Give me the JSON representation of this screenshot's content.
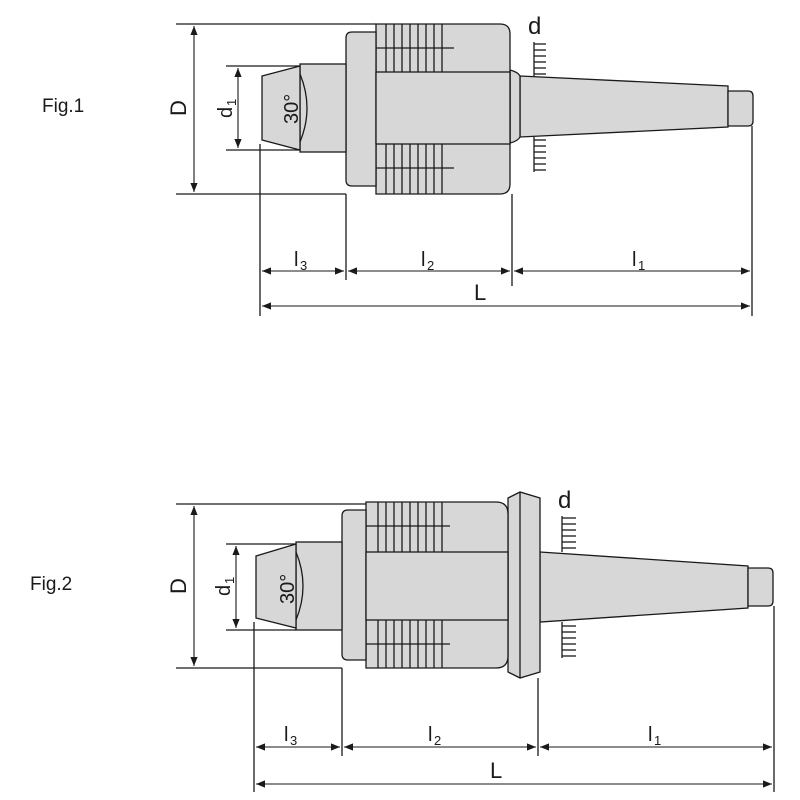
{
  "figures": [
    {
      "id": "fig1",
      "caption": "Fig.1",
      "labels": {
        "D": "D",
        "d1": "d",
        "d1_sub": "1",
        "angle": "30°",
        "d": "d",
        "l3": "l",
        "l3_sub": "3",
        "l2": "l",
        "l2_sub": "2",
        "l1": "l",
        "l1_sub": "1",
        "L": "L"
      }
    },
    {
      "id": "fig2",
      "caption": "Fig.2",
      "labels": {
        "D": "D",
        "d1": "d",
        "d1_sub": "1",
        "angle": "30°",
        "d": "d",
        "l3": "l",
        "l3_sub": "3",
        "l2": "l",
        "l2_sub": "2",
        "l1": "l",
        "l1_sub": "1",
        "L": "L"
      }
    }
  ],
  "colors": {
    "body_fill": "#d7d7d7",
    "line": "#1a1a1a",
    "background": "#ffffff"
  }
}
